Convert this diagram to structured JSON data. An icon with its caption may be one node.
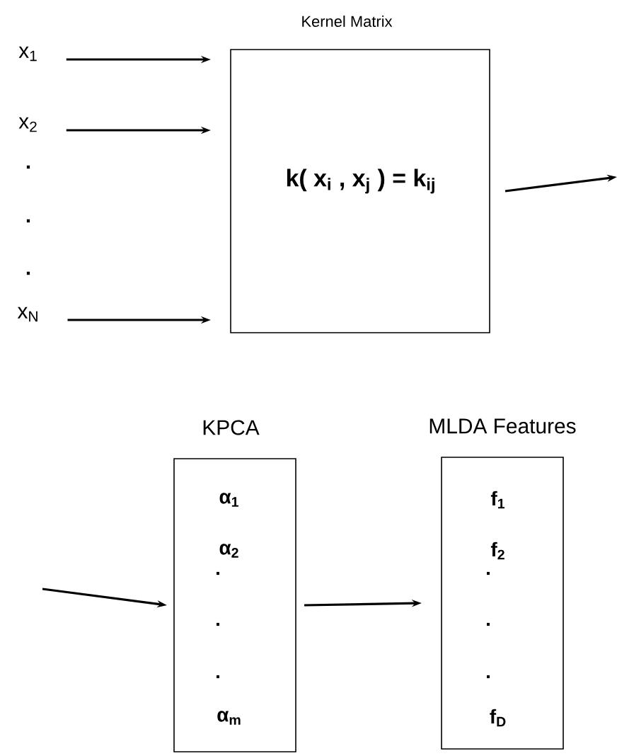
{
  "diagram": {
    "nodes": [
      {
        "text": [
          "x$_{1}$"
        ]
      },
      {
        "text": [
          "x$_{2}$"
        ]
      },
      {
        "text": [
          "x$_{N}$"
        ]
      },
      {
        "text": [
          "Kernel Matrix",
          "k( x$_{i}$ , x$_{j}$ ) = k$_{ij}$"
        ]
      },
      {
        "text": [
          "KPCA",
          "α$_{1}$",
          "α$_{2}$",
          ".",
          ".",
          ".",
          "α$_{m}$"
        ]
      },
      {
        "text": [
          "MLDA Features",
          "f$_{1}$",
          "f$_{2}$",
          ".",
          ".",
          ".",
          "f$_{D}$"
        ]
      }
    ],
    "edges": [
      {
        "from": 0,
        "to": 3,
        "arrow": "to"
      },
      {
        "from": 1,
        "to": 3,
        "arrow": "to"
      },
      {
        "from": 2,
        "to": 3,
        "arrow": "to"
      },
      {
        "from": 3,
        "to": null,
        "arrow": "to"
      },
      {
        "from": null,
        "to": 4,
        "arrow": "to"
      },
      {
        "from": 4,
        "to": 5,
        "arrow": "to"
      }
    ],
    "labels": [
      ".",
      ".",
      "."
    ]
  }
}
